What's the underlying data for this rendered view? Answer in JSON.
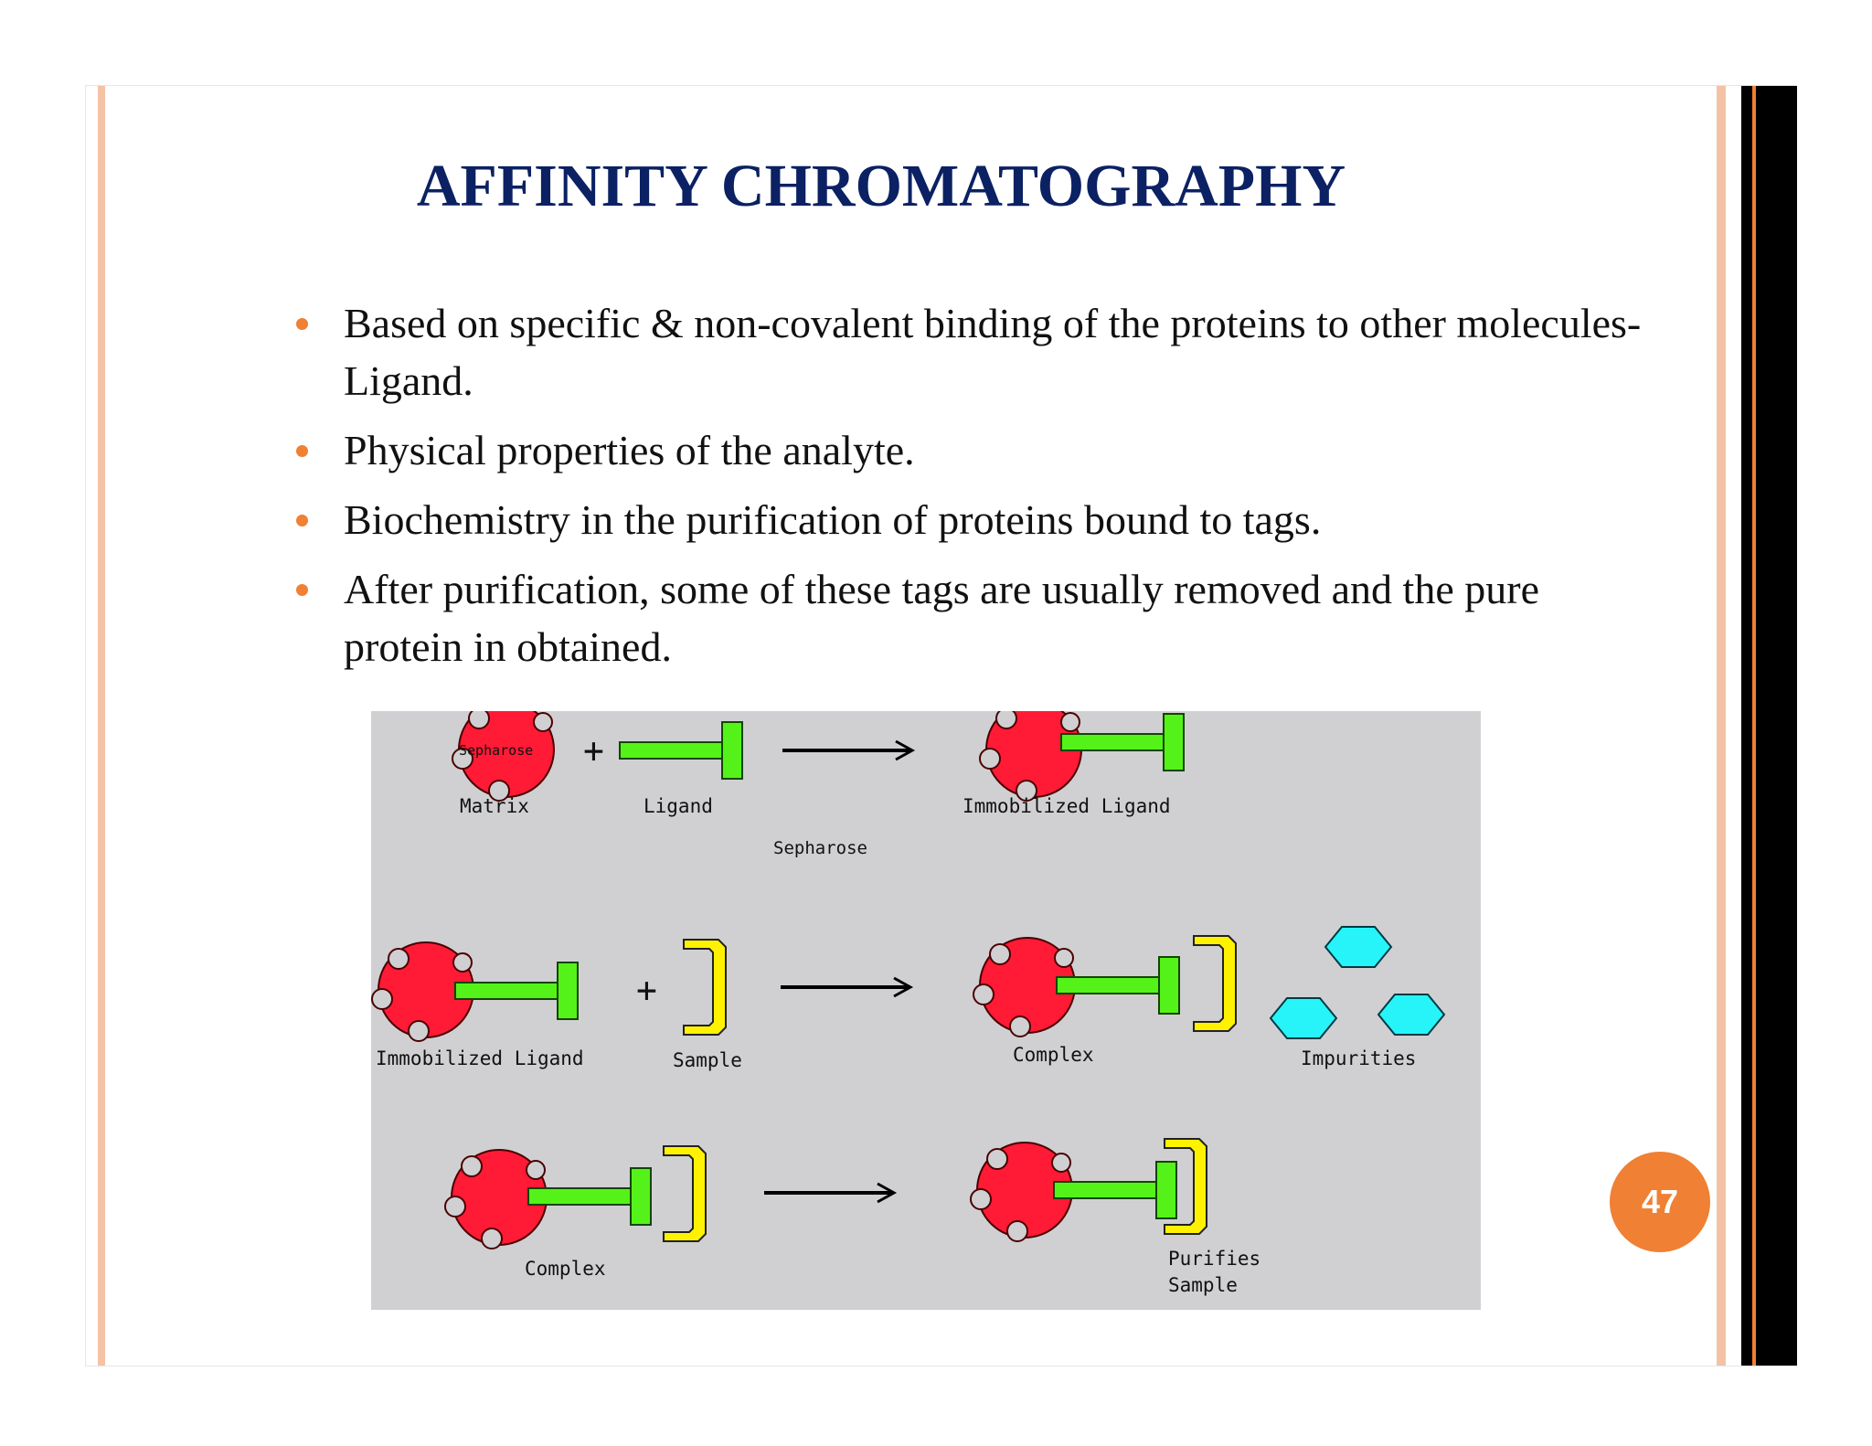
{
  "slide": {
    "title": "AFFINITY CHROMATOGRAPHY",
    "bullets": [
      "Based on specific & non-covalent binding of the proteins to other molecules-Ligand.",
      "Physical properties of the analyte.",
      "Biochemistry in the purification of proteins bound to tags.",
      "After purification, some of these tags are usually removed and the pure protein in obtained."
    ],
    "page_number": "47"
  },
  "diagram": {
    "matrix_inner_text": "Sepharose",
    "labels": {
      "matrix": "Matrix",
      "ligand": "Ligand",
      "immobilized_ligand_1": "Immobilized Ligand",
      "sepharose": "Sepharose",
      "immobilized_ligand_2": "Immobilized Ligand",
      "sample": "Sample",
      "complex_1": "Complex",
      "impurities": "Impurities",
      "complex_2": "Complex",
      "purifies_1": "Purifies",
      "purifies_2": "Sample"
    },
    "plus": "+",
    "colors": {
      "matrix": "#ff1a35",
      "ligand": "#55f21a",
      "sample": "#fff200",
      "impurity": "#27f4f8",
      "background": "#d0d0d3"
    }
  },
  "theme": {
    "title_color": "#0b2163",
    "accent": "#f08033",
    "rule_color": "#f4c3a5"
  }
}
